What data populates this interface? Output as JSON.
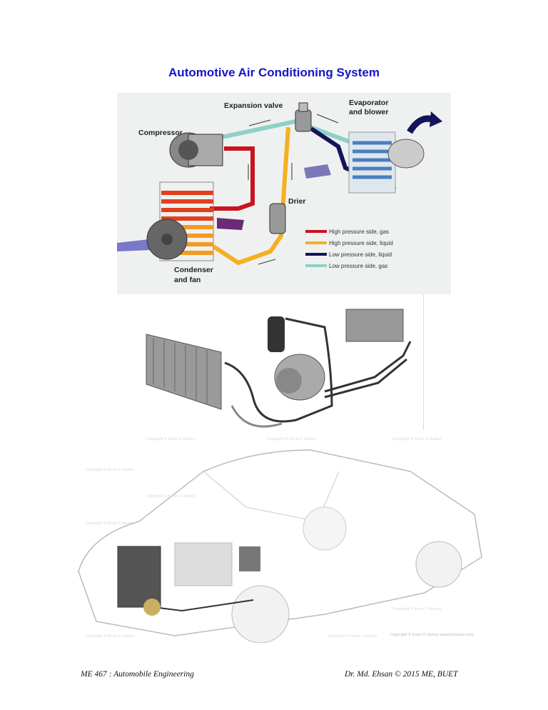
{
  "page": {
    "title": "Automotive Air Conditioning System",
    "title_color": "#1414c8"
  },
  "diagram": {
    "labels": {
      "expansion_valve": "Expansion valve",
      "evaporator": "Evaporator",
      "evaporator_2": "and blower",
      "compressor": "Compressor",
      "drier": "Drier",
      "condenser": "Condenser",
      "condenser_2": "and fan"
    },
    "legend": [
      {
        "label": "High pressure side, gas",
        "color": "#c8141e"
      },
      {
        "label": "High pressure side, liquid",
        "color": "#f5b021"
      },
      {
        "label": "Low pressure side, liquid",
        "color": "#14145a"
      },
      {
        "label": "Low pressure side, gas",
        "color": "#8fd0c8"
      }
    ]
  },
  "car_illustration": {
    "watermark": "Copyright © Kevin C Hulsey",
    "credit": "Copyright © Kevin C Hulsey (www.khulsey.com)"
  },
  "footer": {
    "left": "ME 467 : Automobile Engineering",
    "right": "Dr. Md. Ehsan © 2015 ME, BUET"
  }
}
